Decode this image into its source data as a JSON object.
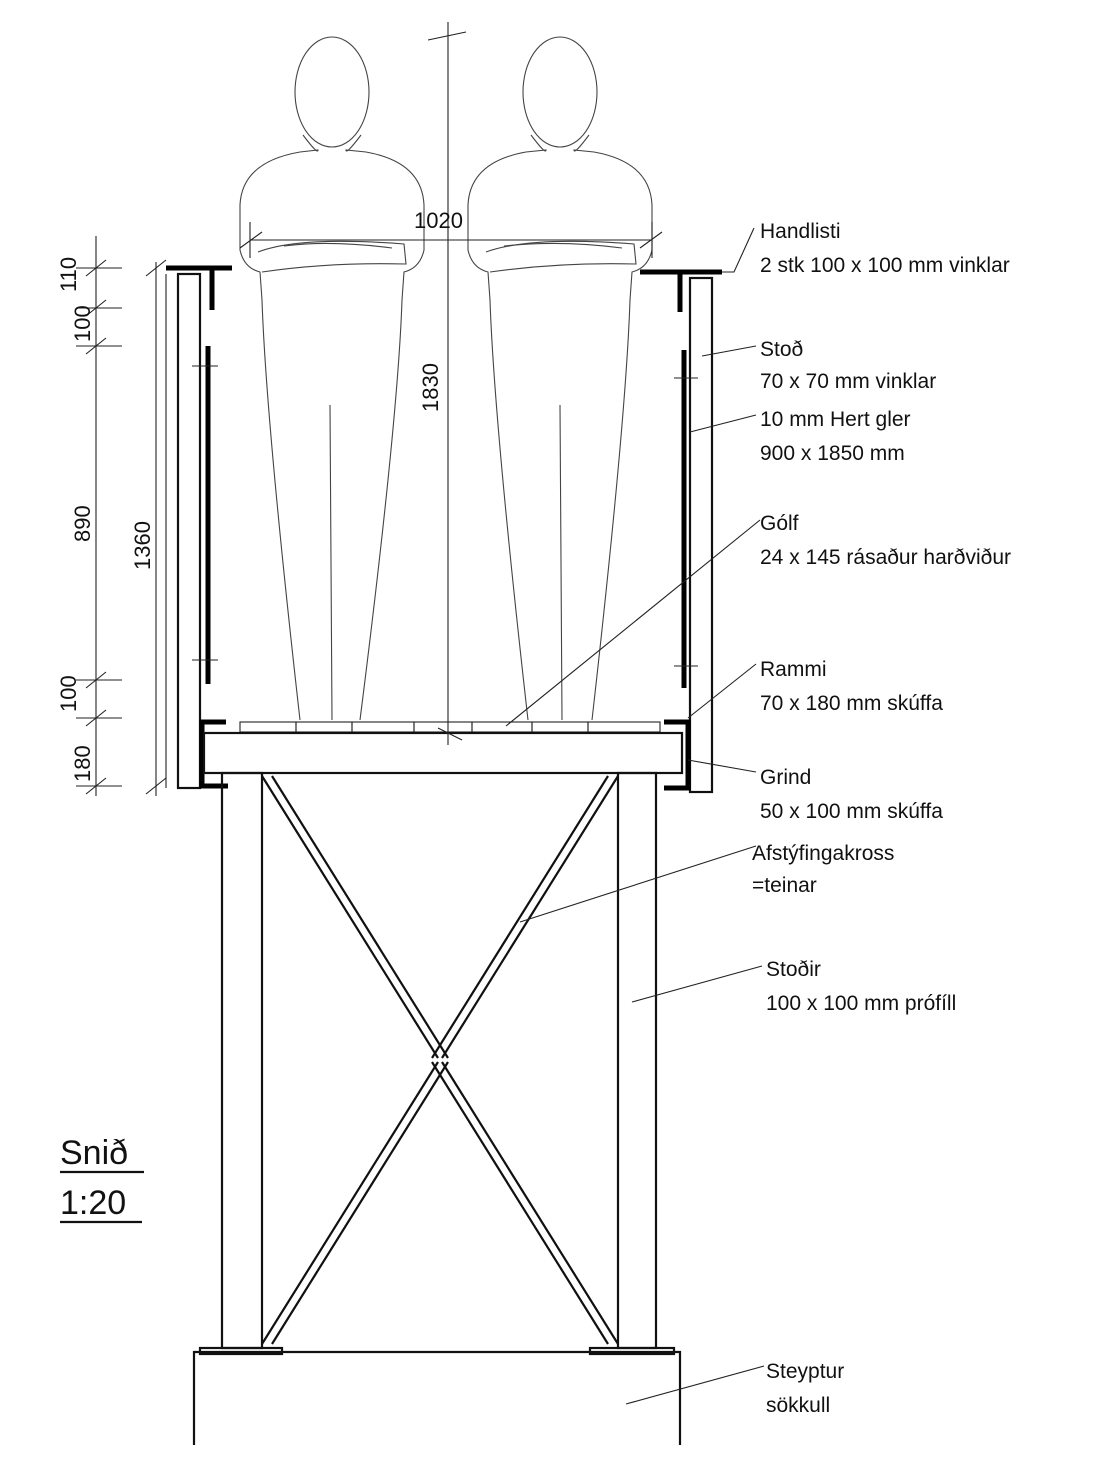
{
  "labels": [
    {
      "title": "Handlisti",
      "detail": "2 stk 100 x 100 mm vinklar"
    },
    {
      "title": "Stoð",
      "detail": "70 x 70 mm vinklar"
    },
    {
      "title": "10 mm Hert gler",
      "detail": "900 x 1850 mm"
    },
    {
      "title": "Gólf",
      "detail": "24 x 145 rásaður harðviður"
    },
    {
      "title": "Rammi",
      "detail": "70 x 180 mm skúffa"
    },
    {
      "title": "Grind",
      "detail": "50 x 100 mm skúffa"
    },
    {
      "title": "Afstýfingakross",
      "detail": "=teinar"
    },
    {
      "title": "Stoðir",
      "detail": "100 x 100 mm prófíll"
    },
    {
      "title": "Steyptur",
      "detail": "sökkull"
    }
  ],
  "dimensions": {
    "width_between_figures": "1020",
    "person_height": "1830",
    "rail_total_height": "1360",
    "left_chain": [
      "110",
      "100",
      "890",
      "100",
      "180"
    ]
  },
  "section_title": "Snið",
  "scale": "1:20"
}
